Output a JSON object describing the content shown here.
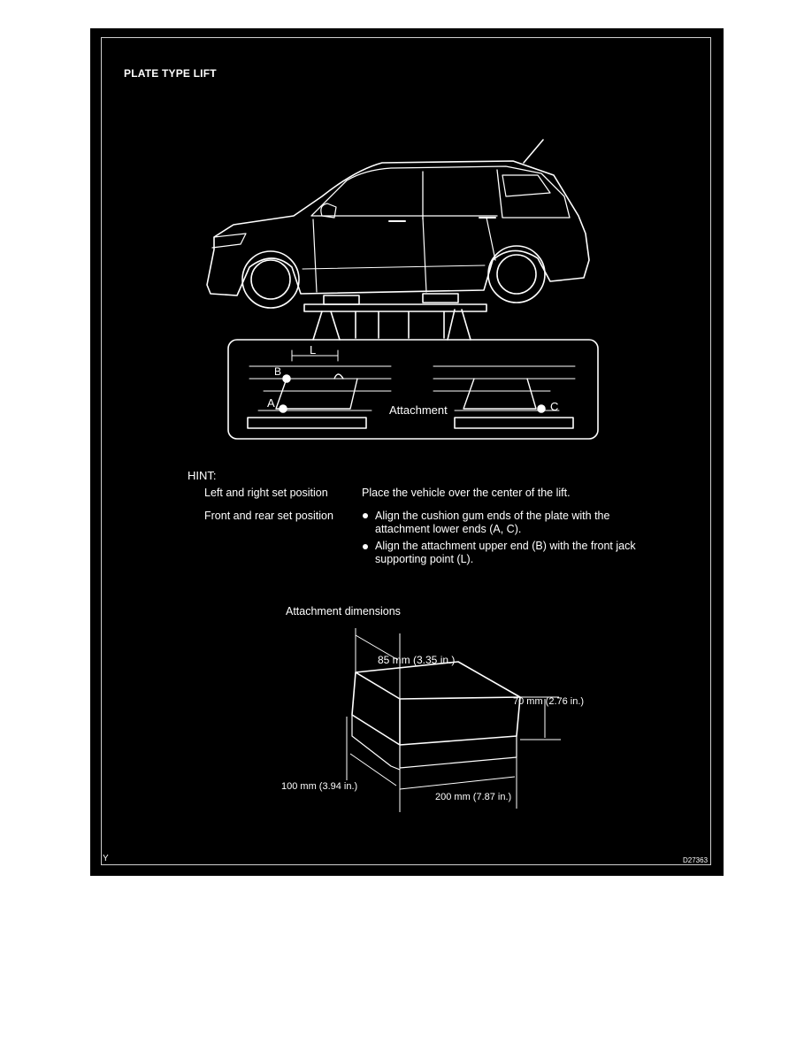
{
  "title": "PLATE TYPE LIFT",
  "diagram_labels": {
    "l": "L",
    "b": "B",
    "a": "A",
    "c": "C",
    "attachment": "Attachment"
  },
  "hint": {
    "heading": "HINT:",
    "left_right_label": "Left and right  set position",
    "left_right_text": "Place the vehicle over the center of the lift.",
    "front_rear_label": "Front and rear set position",
    "bullets": [
      "Align the cushion gum ends of the plate with the attachment lower ends (A, C).",
      "Align the attachment upper end (B) with the front jack supporting point (L)."
    ]
  },
  "dimensions": {
    "title": "Attachment dimensions",
    "top": "85 mm (3.35 in.)",
    "height": "70 mm (2.76 in.)",
    "depth": "100 mm (3.94 in.)",
    "length": "200 mm (7.87 in.)"
  },
  "footer": {
    "left_code": "Y",
    "figure_id": "D27363"
  }
}
